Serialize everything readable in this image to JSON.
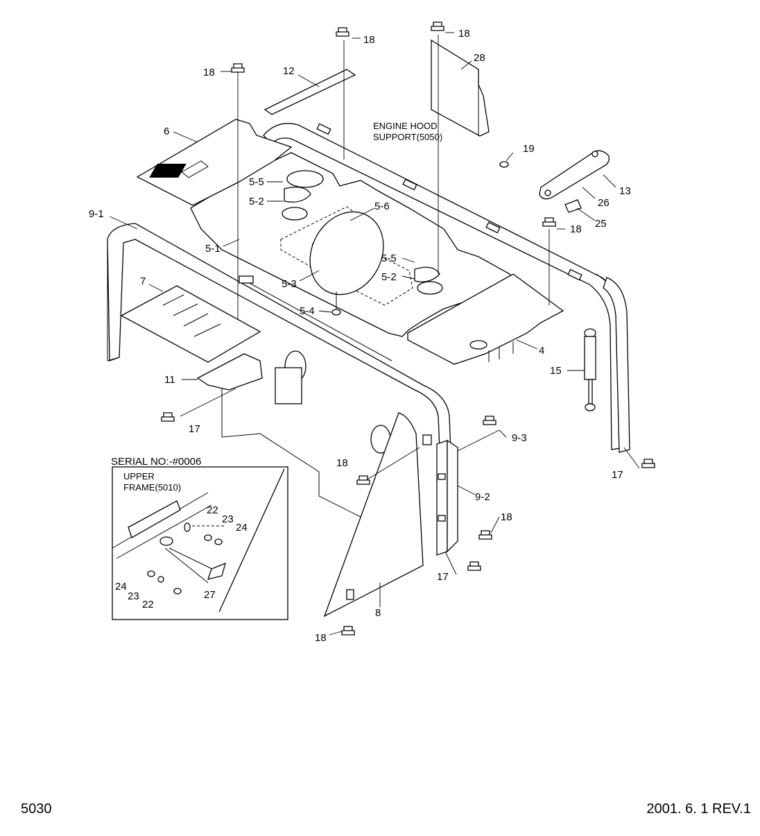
{
  "drawing": {
    "page_number": "5030",
    "revision": "2001. 6. 1 REV.1",
    "notes": {
      "engine_hood_support_1": "ENGINE HOOD",
      "engine_hood_support_2": "SUPPORT(5050)",
      "serial_no": "SERIAL NO:-#0006",
      "upper_frame_1": "UPPER",
      "upper_frame_2": "FRAME(5010)"
    },
    "callouts": [
      "18",
      "18",
      "18",
      "12",
      "28",
      "6",
      "19",
      "13",
      "5-5",
      "5-2",
      "26",
      "5-6",
      "25",
      "9-1",
      "18",
      "5-1",
      "5-5",
      "5-2",
      "5-3",
      "7",
      "5-4",
      "4",
      "15",
      "11",
      "17",
      "9-3",
      "17",
      "18",
      "9-2",
      "18",
      "17",
      "8",
      "18",
      "22",
      "23",
      "24",
      "24",
      "23",
      "22",
      "27"
    ]
  }
}
